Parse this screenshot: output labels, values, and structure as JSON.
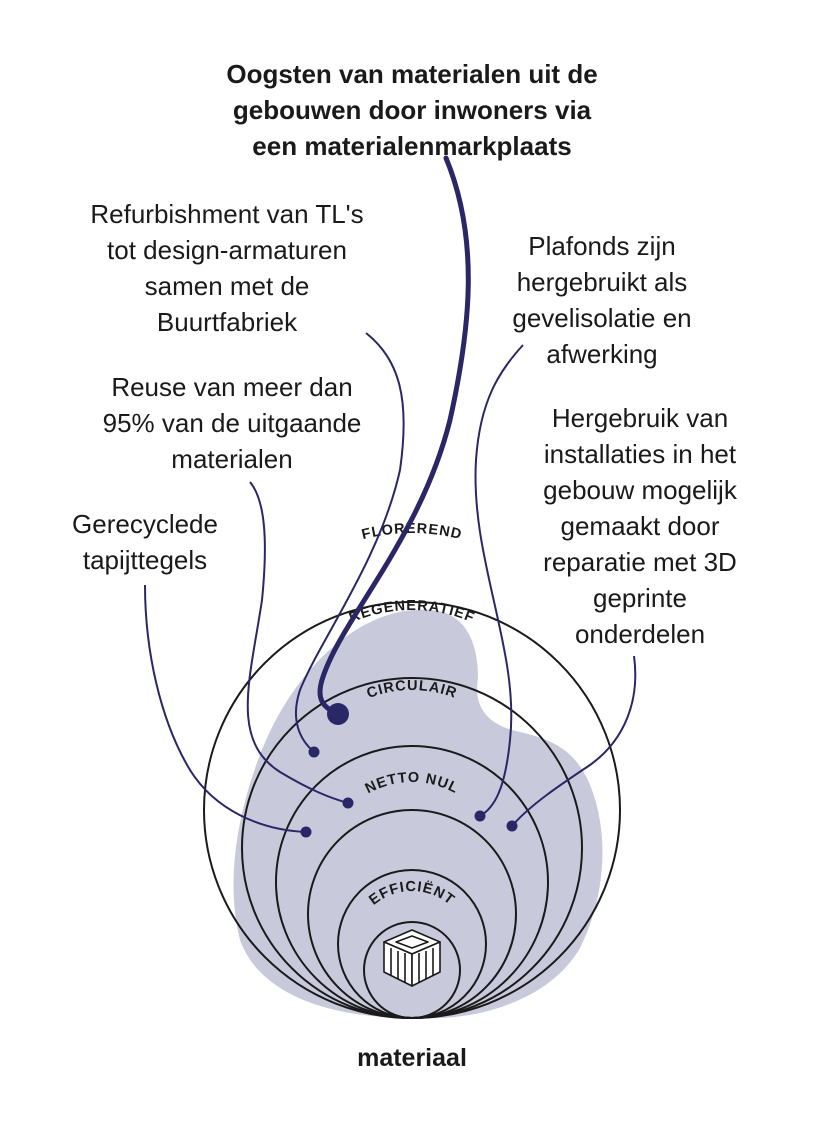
{
  "title": {
    "lines": [
      "Oogsten van materialen uit de",
      "gebouwen door inwoners via",
      "een materialenmarkplaats"
    ]
  },
  "labels": {
    "refurbishment": [
      "Refurbishment van TL's",
      "tot design-armaturen",
      "samen met de",
      "Buurtfabriek"
    ],
    "reuse": [
      "Reuse van meer dan",
      "95% van de uitgaande",
      "materialen"
    ],
    "carpet": [
      "Gerecyclede",
      "tapijttegels"
    ],
    "ceilings": [
      "Plafonds zijn",
      "hergebruikt als",
      "gevelisolatie en",
      "afwerking"
    ],
    "installations": [
      "Hergebruik van",
      "installaties in het",
      "gebouw mogelijk",
      "gemaakt door",
      "reparatie met 3D",
      "geprinte",
      "onderdelen"
    ]
  },
  "rings": [
    "FLOREREND",
    "REGENERATIEF",
    "CIRCULAIR",
    "NETTO NUL",
    "EFFICIËNT"
  ],
  "footer": "materiaal",
  "colors": {
    "accent": "#2a2766",
    "blob": "#c9c9dc",
    "ring_stroke": "#1a1a1a",
    "text": "#1a1a1a"
  },
  "icons": {
    "center": "material-cube-icon"
  }
}
